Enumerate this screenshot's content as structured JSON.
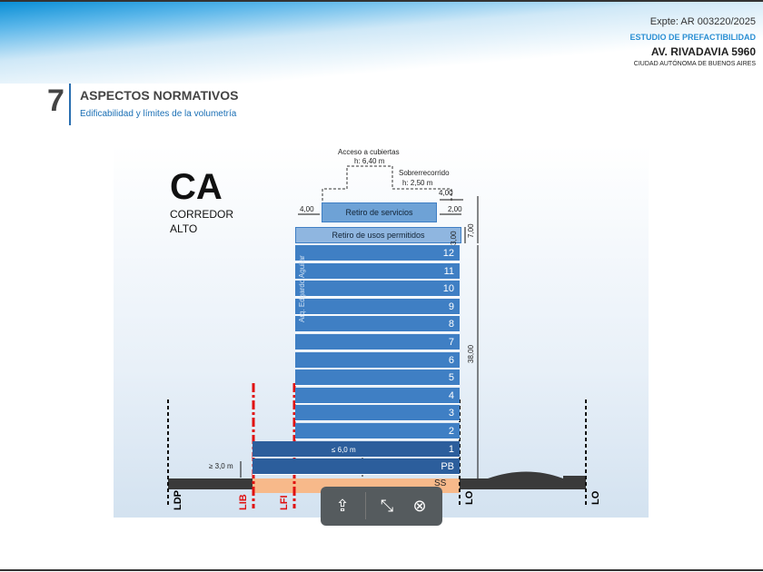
{
  "header": {
    "expte": "Expte: AR 003220/2025",
    "estudio": "ESTUDIO DE PREFACTIBILIDAD",
    "address": "AV. RIVADAVIA 5960",
    "city": "CIUDAD AUTÓNOMA DE BUENOS AIRES"
  },
  "section": {
    "number": "7",
    "title": "ASPECTOS NORMATIVOS",
    "subtitle": "Edificabilidad y límites de la volumetría"
  },
  "diagram": {
    "zone_code": "CA",
    "zone_name_1": "CORREDOR",
    "zone_name_2": "ALTO",
    "acceso": "Acceso a cubiertas",
    "acceso_h": "h: 6,40 m",
    "sobre": "Sobrerrecorrido",
    "sobre_h": "h: 2,50 m",
    "retiro_servicios": "Retiro de servicios",
    "retiro_usos": "Retiro de usos permitidos",
    "dim_4a": "4,00",
    "dim_4b": "4,00",
    "dim_2": "2,00",
    "dim_3": "3,00",
    "dim_7": "7,00",
    "dim_38": "38,00",
    "dim_le6": "≤ 6,0 m",
    "dim_ge3": "≥ 3,0 m",
    "author": "Arq. Edgardo Aguilar",
    "floors": [
      "12",
      "11",
      "10",
      "9",
      "8",
      "7",
      "6",
      "5",
      "4",
      "3",
      "2",
      "1",
      "PB"
    ],
    "basement": "SS",
    "lines": {
      "ldp": "LDP",
      "lib": "LIB",
      "lfi": "LFI",
      "lo1": "LO",
      "lo2": "LO"
    }
  },
  "toolbar": {
    "share": "share",
    "collapse": "collapse",
    "close": "close"
  }
}
